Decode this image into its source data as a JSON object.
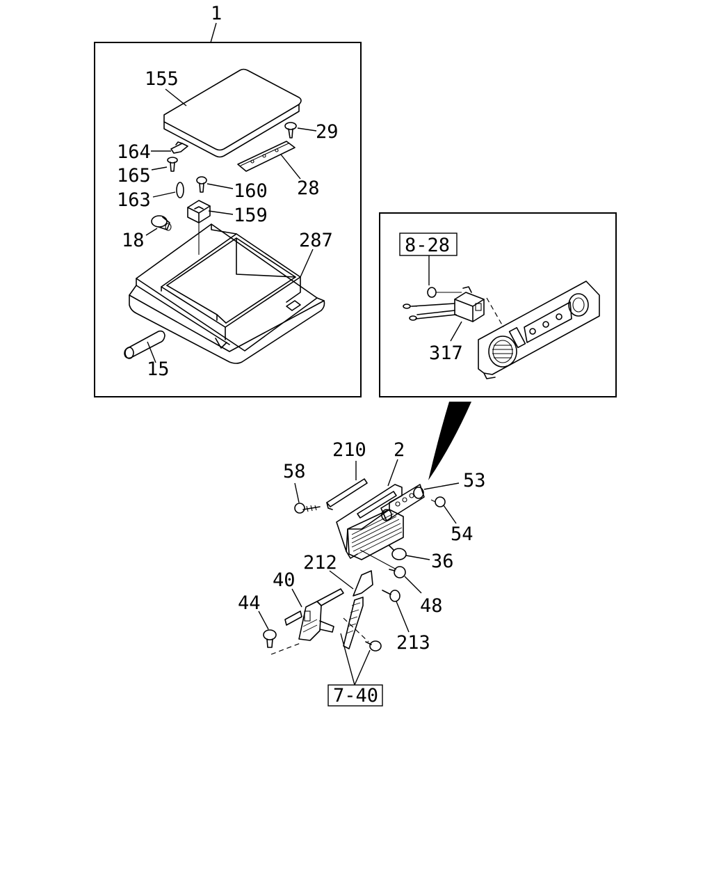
{
  "labels": {
    "assembly_1": "1",
    "part_155": "155",
    "part_29": "29",
    "part_164": "164",
    "part_165": "165",
    "part_28": "28",
    "part_160": "160",
    "part_163": "163",
    "part_159": "159",
    "part_18": "18",
    "part_287": "287",
    "part_15": "15",
    "ref_8_28": "8-28",
    "part_317": "317",
    "part_210": "210",
    "part_2": "2",
    "part_58": "58",
    "part_53": "53",
    "part_54": "54",
    "part_36": "36",
    "part_212": "212",
    "part_40": "40",
    "part_44": "44",
    "part_48": "48",
    "part_213": "213",
    "ref_7_40": "7-40"
  }
}
